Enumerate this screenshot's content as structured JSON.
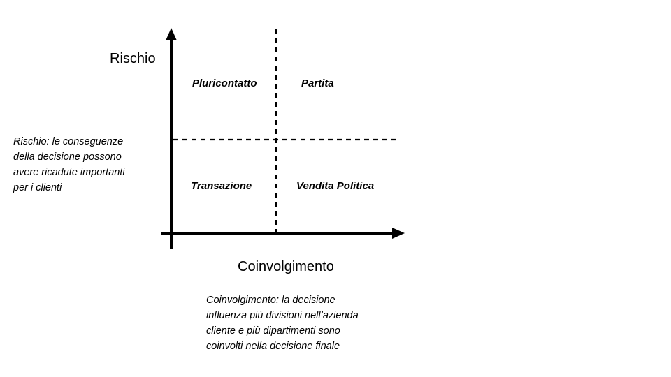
{
  "axes": {
    "y_title": "Rischio",
    "x_title": "Coinvolgimento"
  },
  "quadrants": {
    "top_left": "Pluricontatto",
    "top_right": "Partita",
    "bottom_left": "Transazione",
    "bottom_right": "Vendita Politica"
  },
  "notes": {
    "risk": [
      "Rischio: le conseguenze",
      "della decisione possono",
      "avere ricadute importanti",
      "per i clienti"
    ],
    "involvement": [
      "Coinvolgimento: la decisione",
      "influenza più divisioni nell’azienda",
      "cliente e più dipartimenti sono",
      "coinvolti nella decisione finale"
    ]
  },
  "colors": {
    "ink": "#000000",
    "background": "#ffffff"
  }
}
